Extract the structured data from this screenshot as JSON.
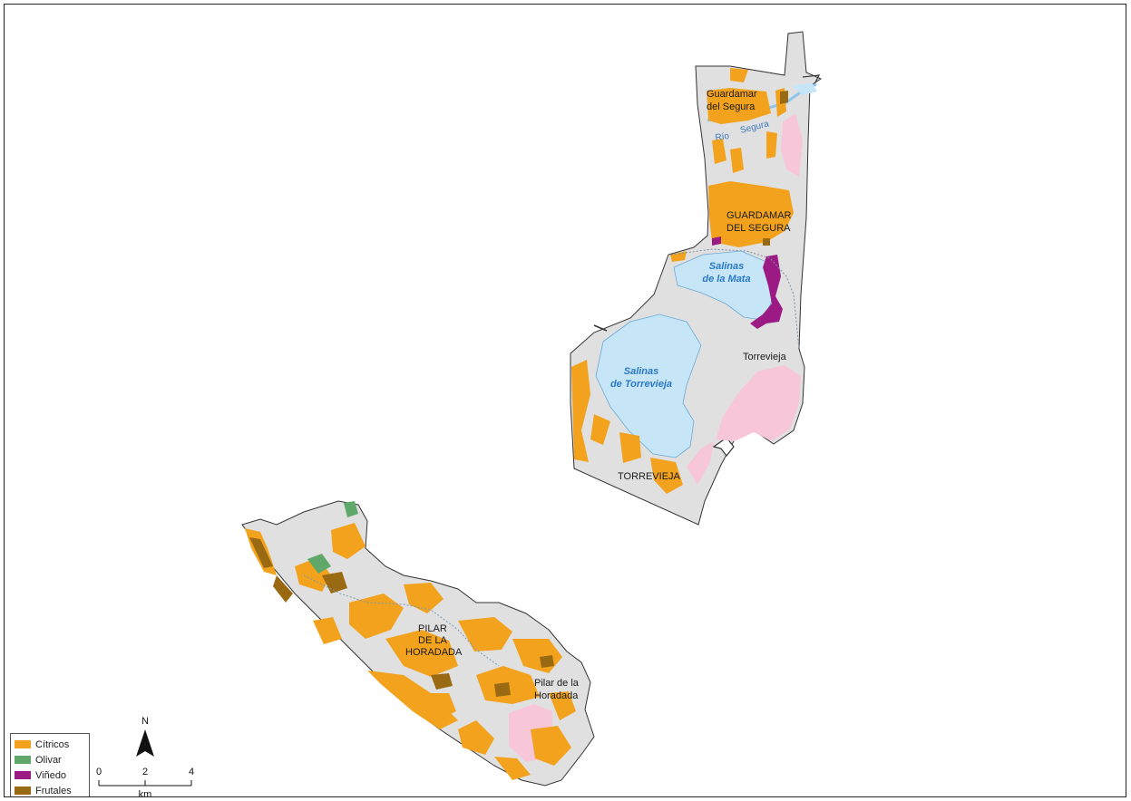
{
  "colors": {
    "municipality": "#e0e0e0",
    "citricos": "#f2a21c",
    "olivar": "#5fa86a",
    "vinedo": "#9c1a84",
    "frutales": "#9a6a12",
    "urban": "#f7c6d8",
    "water": "#c6e6f8",
    "outline": "#333333"
  },
  "labels": {
    "guardamar_town": [
      "Guardamar",
      "del Segura"
    ],
    "rio_segura": [
      "Río",
      "Segura"
    ],
    "guardamar_muni": [
      "GUARDAMAR",
      "DEL SEGURA"
    ],
    "salinas_mata": [
      "Salinas",
      "de la Mata"
    ],
    "salinas_torrevieja": [
      "Salinas",
      "de Torrevieja"
    ],
    "torrevieja_town": "Torrevieja",
    "torrevieja_muni": "TORREVIEJA",
    "pilar_muni": [
      "PILAR",
      "DE LA",
      "HORADADA"
    ],
    "pilar_town": [
      "Pilar de la",
      "Horadada"
    ]
  },
  "legend": {
    "items": [
      {
        "label": "Cítricos",
        "color": "#f2a21c"
      },
      {
        "label": "Olivar",
        "color": "#5fa86a"
      },
      {
        "label": "Viñedo",
        "color": "#9c1a84"
      },
      {
        "label": "Frutales",
        "color": "#9a6a12"
      }
    ]
  },
  "scale": {
    "north": "N",
    "ticks": [
      "0",
      "2",
      "4"
    ],
    "unit": "km"
  }
}
